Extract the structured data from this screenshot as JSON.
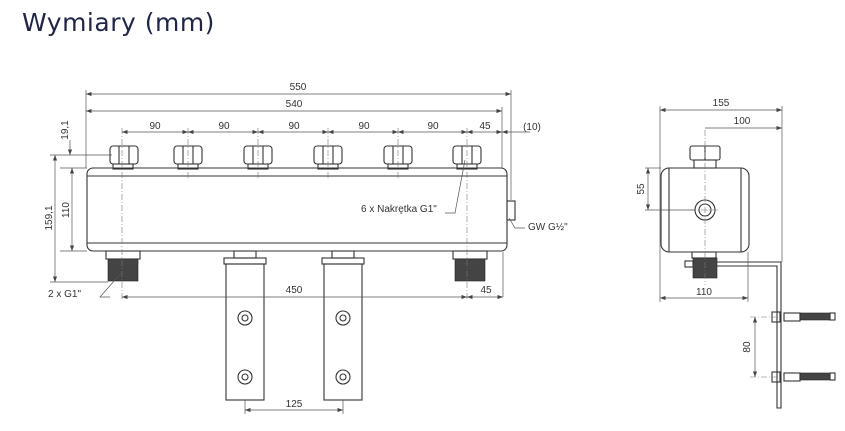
{
  "header": {
    "title": "Wymiary (mm)"
  },
  "front_view": {
    "dims": {
      "overall_width": "550",
      "body_width": "540",
      "spacing": [
        "90",
        "90",
        "90",
        "90",
        "90"
      ],
      "end_offset_top": "45",
      "side_offset": "(10)",
      "nut_height": "19,1",
      "total_height": "159,1",
      "body_height": "110",
      "bottom_spacing": "450",
      "end_offset_bottom": "45",
      "bracket_spacing": "125"
    },
    "labels": {
      "nuts": "6 x Nakrętka G1\"",
      "bottom_threads": "2 x G1\"",
      "side_port": "GW G½\""
    }
  },
  "side_view": {
    "dims": {
      "overall_depth": "155",
      "axis_offset": "100",
      "port_height": "55",
      "body_depth": "110",
      "anchor_spacing": "80"
    }
  }
}
